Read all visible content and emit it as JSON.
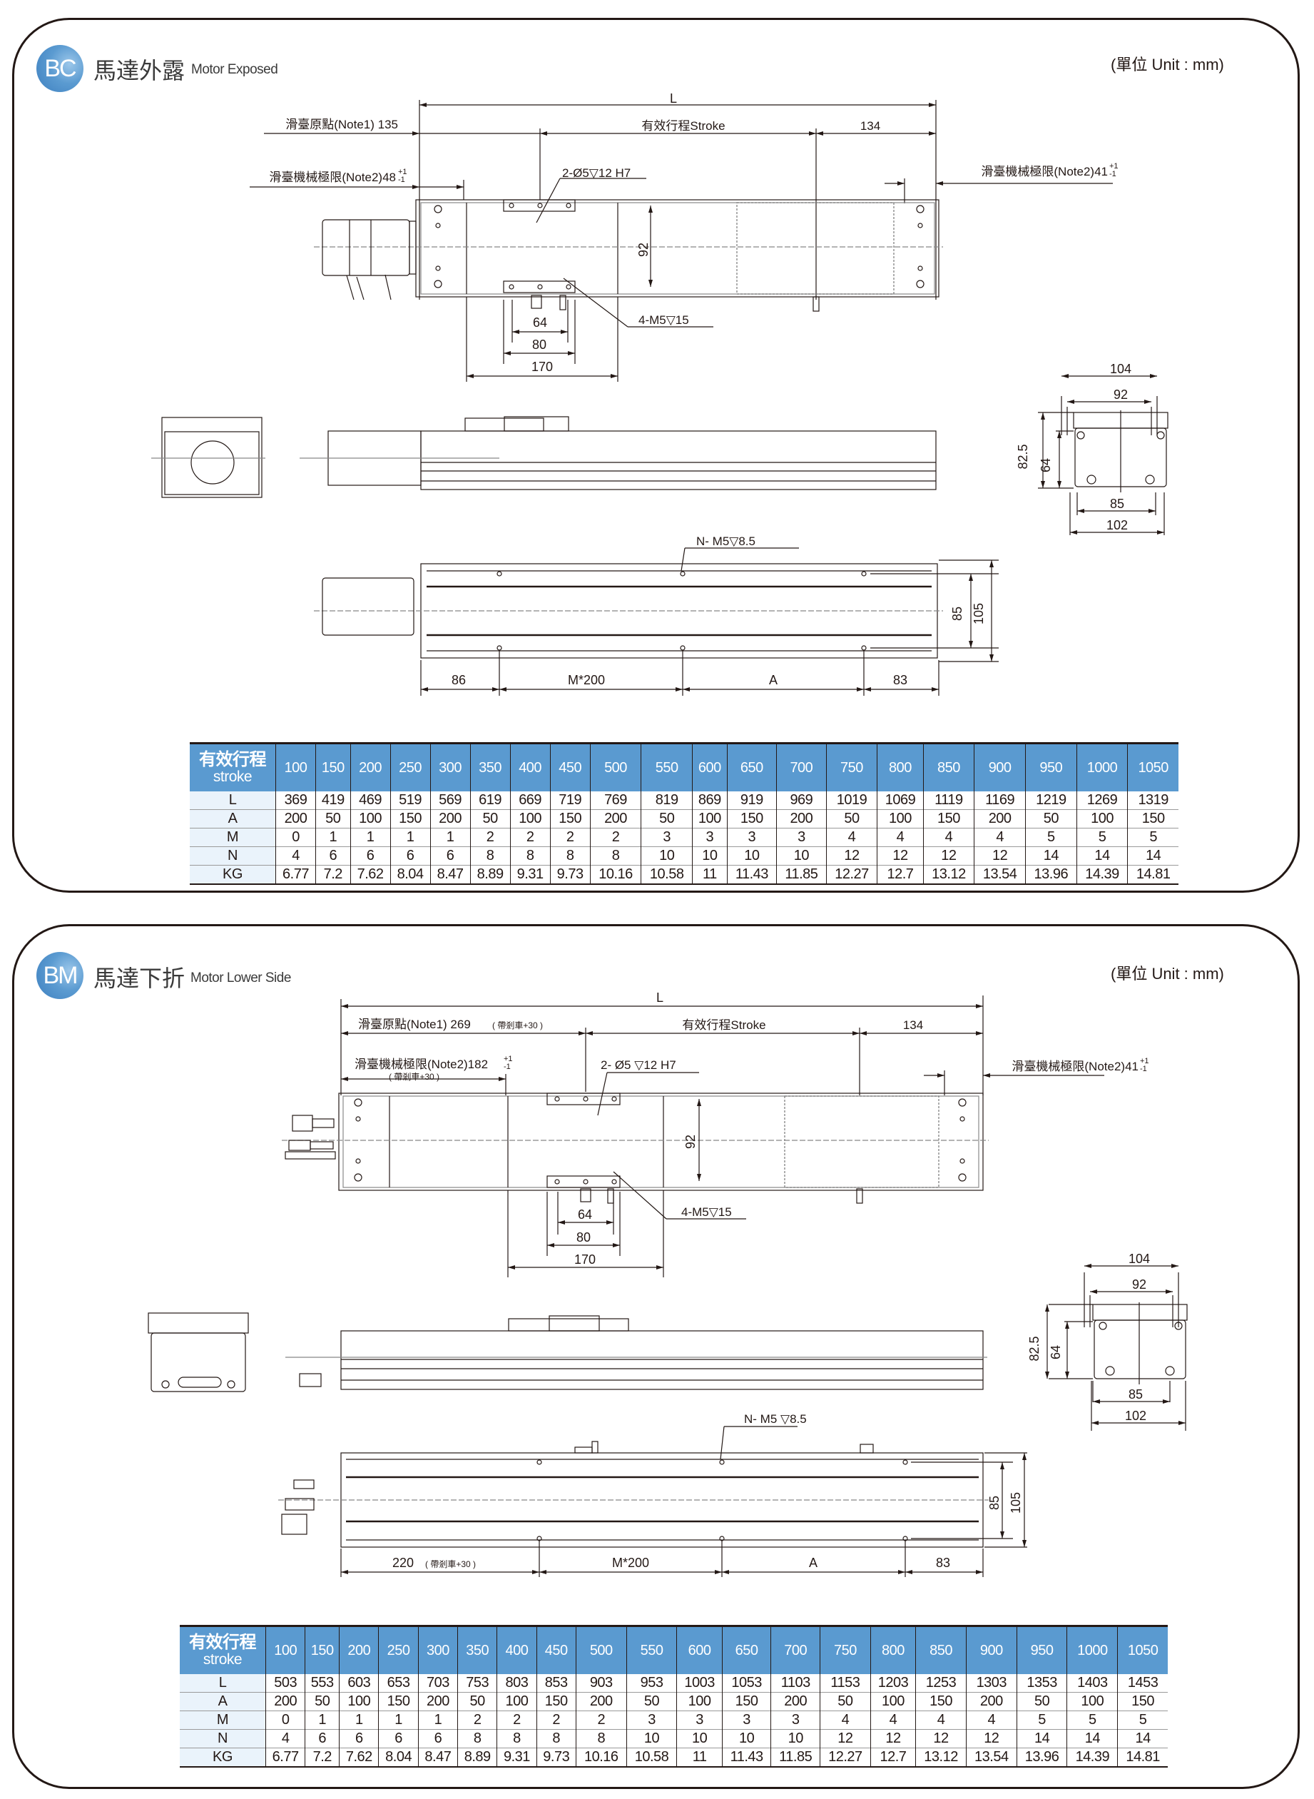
{
  "unit_label": "(單位 Unit : mm)",
  "sections": [
    {
      "badge": "BC",
      "title_zh": "馬達外露",
      "title_en": "Motor Exposed",
      "annotations": {
        "L": "L",
        "origin": "滑臺原點(Note1) 135",
        "stroke": "有效行程Stroke",
        "end_134": "134",
        "limit_left": "滑臺機械極限(Note2)48",
        "limit_right": "滑臺機械極限(Note2)41",
        "tol_plus": "+1",
        "tol_minus": "-1",
        "pin_hole": "2-Ø5▽12 H7",
        "tap_hole": "4-M5▽15",
        "dim_92": "92",
        "dim_64": "64",
        "dim_80": "80",
        "dim_170": "170",
        "end_104": "104",
        "end_92": "92",
        "end_82_5": "82.5",
        "end_64": "64",
        "end_85": "85",
        "end_102": "102",
        "bottom_holes": "N- M5▽8.5",
        "dim_85": "85",
        "dim_105": "105",
        "bottom_left": "86",
        "bottom_m": "M*200",
        "bottom_a": "A",
        "bottom_right": "83"
      },
      "table": {
        "header_zh": "有效行程",
        "header_en": "stroke",
        "strokes": [
          "100",
          "150",
          "200",
          "250",
          "300",
          "350",
          "400",
          "450",
          "500",
          "550",
          "600",
          "650",
          "700",
          "750",
          "800",
          "850",
          "900",
          "950",
          "1000",
          "1050"
        ],
        "rows": [
          {
            "label": "L",
            "values": [
              "369",
              "419",
              "469",
              "519",
              "569",
              "619",
              "669",
              "719",
              "769",
              "819",
              "869",
              "919",
              "969",
              "1019",
              "1069",
              "1119",
              "1169",
              "1219",
              "1269",
              "1319"
            ]
          },
          {
            "label": "A",
            "values": [
              "200",
              "50",
              "100",
              "150",
              "200",
              "50",
              "100",
              "150",
              "200",
              "50",
              "100",
              "150",
              "200",
              "50",
              "100",
              "150",
              "200",
              "50",
              "100",
              "150"
            ]
          },
          {
            "label": "M",
            "values": [
              "0",
              "1",
              "1",
              "1",
              "1",
              "2",
              "2",
              "2",
              "2",
              "3",
              "3",
              "3",
              "3",
              "4",
              "4",
              "4",
              "4",
              "5",
              "5",
              "5"
            ]
          },
          {
            "label": "N",
            "values": [
              "4",
              "6",
              "6",
              "6",
              "6",
              "8",
              "8",
              "8",
              "8",
              "10",
              "10",
              "10",
              "10",
              "12",
              "12",
              "12",
              "12",
              "14",
              "14",
              "14"
            ]
          },
          {
            "label": "KG",
            "values": [
              "6.77",
              "7.2",
              "7.62",
              "8.04",
              "8.47",
              "8.89",
              "9.31",
              "9.73",
              "10.16",
              "10.58",
              "11",
              "11.43",
              "11.85",
              "12.27",
              "12.7",
              "13.12",
              "13.54",
              "13.96",
              "14.39",
              "14.81"
            ]
          }
        ]
      }
    },
    {
      "badge": "BM",
      "title_zh": "馬達下折",
      "title_en": "Motor Lower Side",
      "annotations": {
        "L": "L",
        "origin": "滑臺原點(Note1) 269",
        "brake": "( 帶剎車+30 )",
        "stroke": "有效行程Stroke",
        "end_134": "134",
        "limit_left": "滑臺機械極限(Note2)182",
        "limit_right": "滑臺機械極限(Note2)41",
        "tol_plus": "+1",
        "tol_minus": "-1",
        "pin_hole": "2- Ø5 ▽12 H7",
        "tap_hole": "4-M5▽15",
        "dim_92": "92",
        "dim_64": "64",
        "dim_80": "80",
        "dim_170": "170",
        "end_104": "104",
        "end_92": "92",
        "end_82_5": "82.5",
        "end_64": "64",
        "end_85": "85",
        "end_102": "102",
        "bottom_holes": "N- M5 ▽8.5",
        "dim_85": "85",
        "dim_105": "105",
        "bottom_left": "220",
        "bottom_m": "M*200",
        "bottom_a": "A",
        "bottom_right": "83"
      },
      "table": {
        "header_zh": "有效行程",
        "header_en": "stroke",
        "strokes": [
          "100",
          "150",
          "200",
          "250",
          "300",
          "350",
          "400",
          "450",
          "500",
          "550",
          "600",
          "650",
          "700",
          "750",
          "800",
          "850",
          "900",
          "950",
          "1000",
          "1050"
        ],
        "rows": [
          {
            "label": "L",
            "values": [
              "503",
              "553",
              "603",
              "653",
              "703",
              "753",
              "803",
              "853",
              "903",
              "953",
              "1003",
              "1053",
              "1103",
              "1153",
              "1203",
              "1253",
              "1303",
              "1353",
              "1403",
              "1453"
            ]
          },
          {
            "label": "A",
            "values": [
              "200",
              "50",
              "100",
              "150",
              "200",
              "50",
              "100",
              "150",
              "200",
              "50",
              "100",
              "150",
              "200",
              "50",
              "100",
              "150",
              "200",
              "50",
              "100",
              "150"
            ]
          },
          {
            "label": "M",
            "values": [
              "0",
              "1",
              "1",
              "1",
              "1",
              "2",
              "2",
              "2",
              "2",
              "3",
              "3",
              "3",
              "3",
              "4",
              "4",
              "4",
              "4",
              "5",
              "5",
              "5"
            ]
          },
          {
            "label": "N",
            "values": [
              "4",
              "6",
              "6",
              "6",
              "6",
              "8",
              "8",
              "8",
              "8",
              "10",
              "10",
              "10",
              "10",
              "12",
              "12",
              "12",
              "12",
              "14",
              "14",
              "14"
            ]
          },
          {
            "label": "KG",
            "values": [
              "6.77",
              "7.2",
              "7.62",
              "8.04",
              "8.47",
              "8.89",
              "9.31",
              "9.73",
              "10.16",
              "10.58",
              "11",
              "11.43",
              "11.85",
              "12.27",
              "12.7",
              "13.12",
              "13.54",
              "13.96",
              "14.39",
              "14.81"
            ]
          }
        ]
      }
    }
  ]
}
